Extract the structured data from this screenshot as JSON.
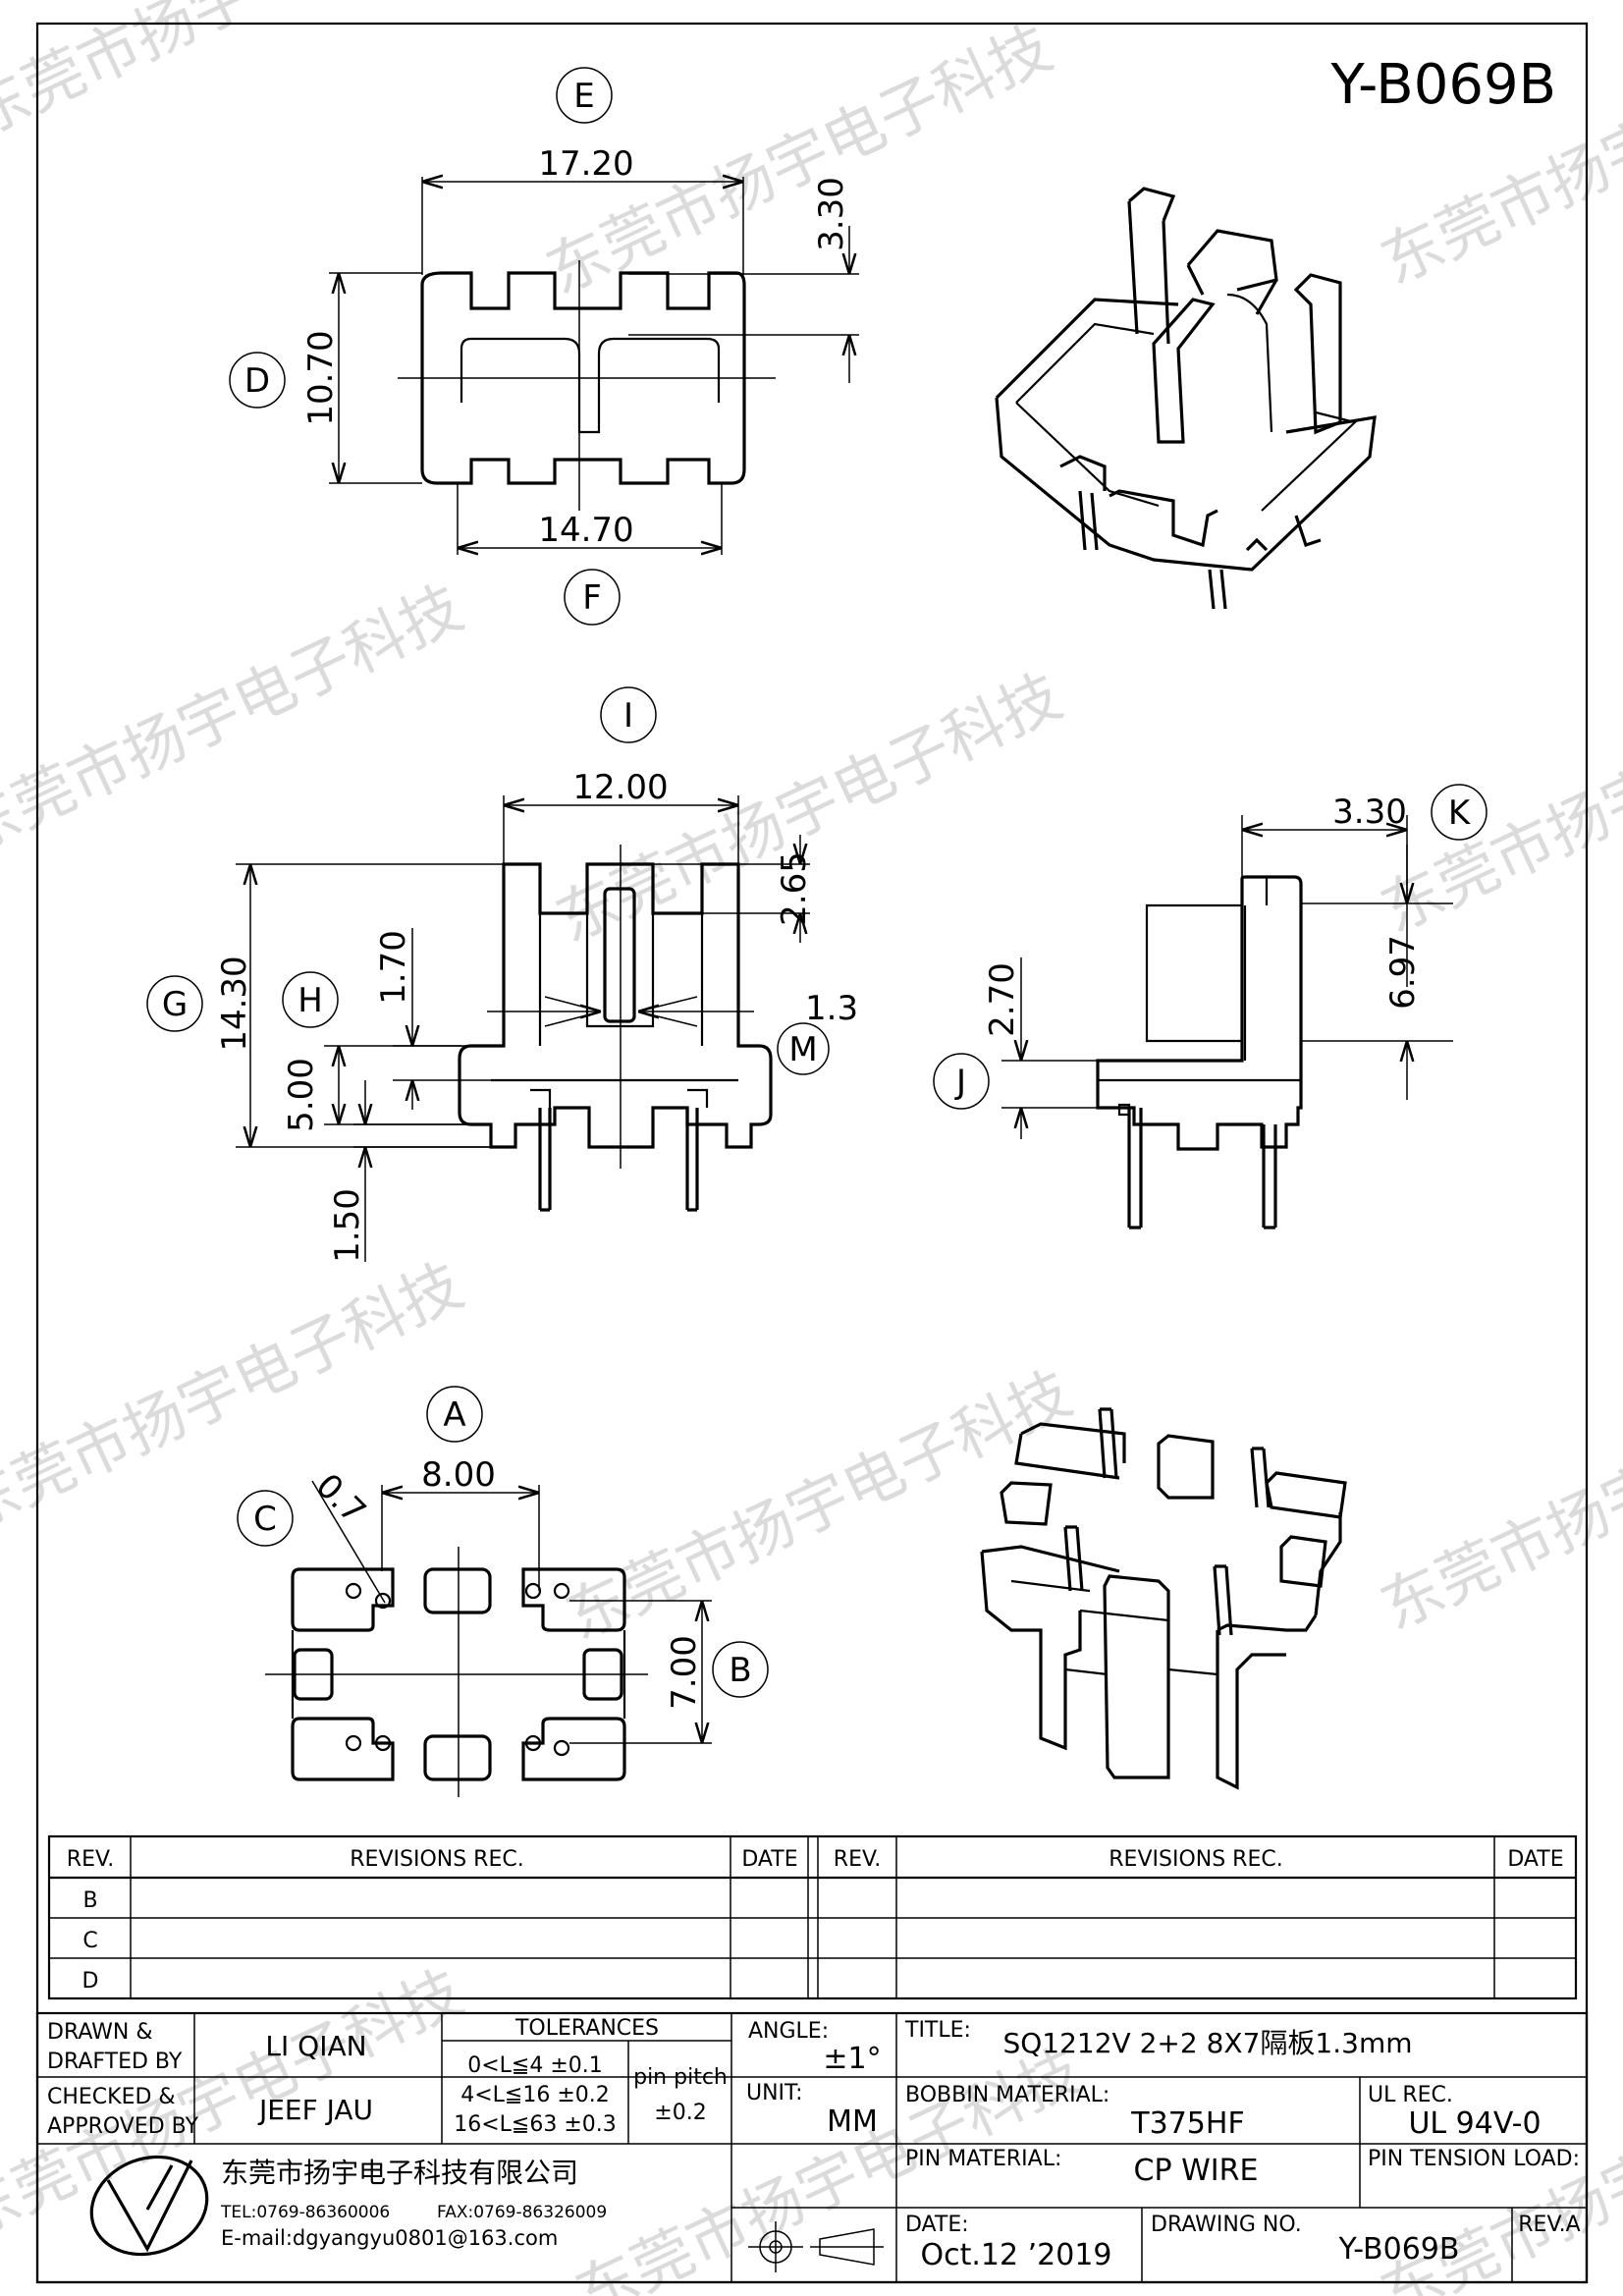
{
  "header": {
    "part_number": "Y-B069B"
  },
  "watermark": {
    "text": "东莞市扬宇电子科技"
  },
  "views": {
    "top": {
      "labels": {
        "e": "E",
        "d": "D",
        "f": "F"
      },
      "dims": {
        "width": "17.20",
        "offset": "3.30",
        "height": "10.70",
        "inner_width": "14.70"
      }
    },
    "front": {
      "labels": {
        "i": "I",
        "g": "G",
        "h": "H",
        "m": "M"
      },
      "dims": {
        "width": "12.00",
        "slot": "2.65",
        "total_h": "14.30",
        "h1": "1.70",
        "plate": "1.3",
        "base": "5.00",
        "pin": "1.50"
      }
    },
    "side": {
      "labels": {
        "k": "K",
        "j": "J"
      },
      "dims": {
        "offset": "3.30",
        "height": "6.97",
        "foot": "2.70"
      }
    },
    "bottom": {
      "labels": {
        "a": "A",
        "b": "B",
        "c": "C"
      },
      "dims": {
        "pitch_x": "8.00",
        "pitch_y": "7.00",
        "pin_d": "0.7"
      }
    }
  },
  "revisions": {
    "headers": {
      "rev": "REV.",
      "rec": "REVISIONS    REC.",
      "date": "DATE"
    },
    "rows": [
      "B",
      "C",
      "D"
    ]
  },
  "title_block": {
    "drawn_label": "DRAWN &",
    "drafted_label": "DRAFTED BY",
    "drawn_by": "LI QIAN",
    "checked_label": "CHECKED &",
    "approved_label": "APPROVED BY",
    "checked_by": "JEEF JAU",
    "tolerances_label": "TOLERANCES",
    "tol_rows": [
      "0<L≦4    ±0.1",
      "4<L≦16  ±0.2",
      "16<L≦63  ±0.3"
    ],
    "pin_pitch_label": "pin  pitch",
    "pin_pitch_value": "±0.2",
    "angle_label": "ANGLE:",
    "angle_value": "±1°",
    "unit_label": "UNIT:",
    "unit_value": "MM",
    "title_label": "TITLE:",
    "title_value": "SQ1212V  2+2  8X7隔板1.3mm",
    "bobbin_material_label": "BOBBIN MATERIAL:",
    "bobbin_material_value": "T375HF",
    "ul_rec_label": "UL REC.",
    "ul_rec_value": "UL 94V-0",
    "pin_material_label": "PIN MATERIAL:",
    "pin_material_value": "CP WIRE",
    "pin_tension_label": "PIN TENSION LOAD:",
    "company_name": "东莞市扬宇电子科技有限公司",
    "tel": "TEL:0769-86360006",
    "fax": "FAX:0769-86326009",
    "email": "E-mail:dgyangyu0801@163.com",
    "date_label": "DATE:",
    "date_value": "Oct.12 ’2019",
    "drawing_no_label": "DRAWING NO.",
    "drawing_no_value": "Y-B069B",
    "rev_label": "REV.A"
  }
}
